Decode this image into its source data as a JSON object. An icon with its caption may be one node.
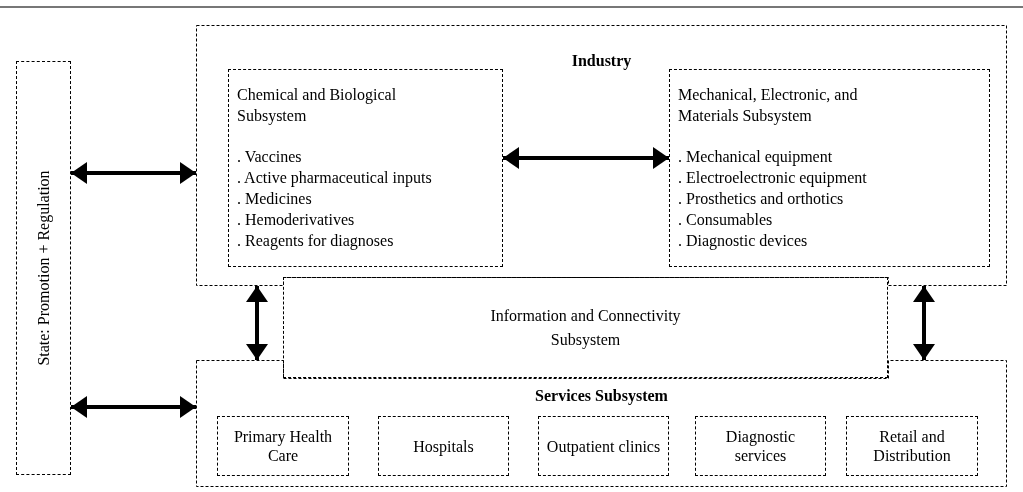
{
  "diagram": {
    "nodes": [
      {
        "text": [
          "State: Promotion + Regulation"
        ]
      },
      {
        "text": [
          "Industry"
        ]
      },
      {
        "text": [
          "Chemical and Biological Subsystem",
          ". Vaccines",
          ". Active pharmaceutical inputs",
          ". Medicines",
          ". Hemoderivatives",
          ". Reagents for diagnoses"
        ],
        "in": 1
      },
      {
        "text": [
          "Mechanical, Electronic, and Materials Subsystem",
          ". Mechanical equipment",
          ". Electroelectronic equipment",
          ". Prosthetics and orthotics",
          ". Consumables",
          ". Diagnostic devices"
        ],
        "in": 1
      },
      {
        "text": [
          "Information and Connectivity Subsystem"
        ]
      },
      {
        "text": [
          "Services Subsystem"
        ]
      },
      {
        "text": [
          "Primary Health Care"
        ],
        "in": 5
      },
      {
        "text": [
          "Hospitals"
        ],
        "in": 5
      },
      {
        "text": [
          "Outpatient clinics"
        ],
        "in": 5
      },
      {
        "text": [
          "Diagnostic services"
        ],
        "in": 5
      },
      {
        "text": [
          "Retail and Distribution"
        ],
        "in": 5
      }
    ],
    "edges": [
      {
        "from": 0,
        "to": 1,
        "arrow": "both"
      },
      {
        "from": 2,
        "to": 3,
        "arrow": "both"
      },
      {
        "from": 1,
        "to": 5,
        "arrow": "both"
      },
      {
        "from": 1,
        "to": 5,
        "arrow": "both"
      },
      {
        "from": 0,
        "to": 5,
        "arrow": "both"
      }
    ]
  }
}
